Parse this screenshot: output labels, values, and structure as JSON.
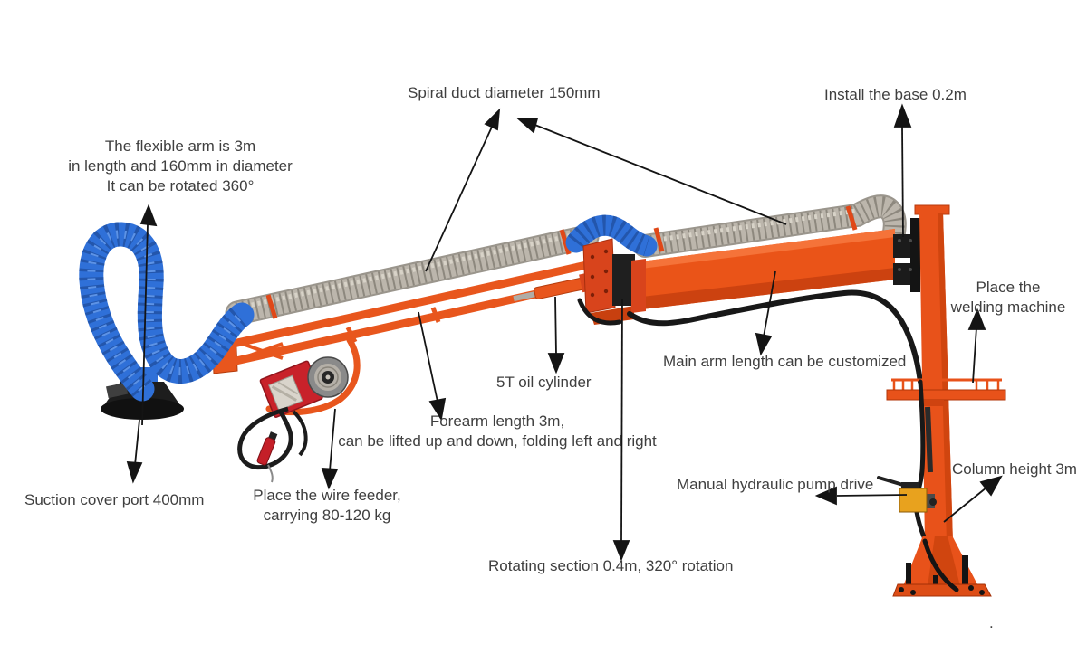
{
  "title": "Welding manipulator arm annotated diagram",
  "labels": {
    "flexible_arm": "The flexible arm is 3m\nin length and 160mm in diameter\nIt can be rotated 360°",
    "spiral_duct": "Spiral duct diameter 150mm",
    "install_base": "Install the base 0.2m",
    "place_welding": "Place the\nwelding machine",
    "oil_cylinder": "5T oil cylinder",
    "main_arm": "Main arm length can be customized",
    "forearm": "Forearm length 3m,\ncan be lifted up and down, folding left and right",
    "suction_cover": "Suction cover port 400mm",
    "wire_feeder": "Place the wire feeder,\ncarrying 80-120 kg",
    "rotating_section": "Rotating section 0.4m, 320° rotation",
    "hydraulic_pump": "Manual hydraulic pump drive",
    "column_height": "Column height 3m",
    "stray_dot": "."
  },
  "colors": {
    "background": "#ffffff",
    "machine_orange": "#e8561a",
    "machine_red": "#c8222a",
    "hose_blue": "#2f70d8",
    "duct_silver": "#bcb6ac",
    "pump_yellow": "#e8a21e",
    "text": "#3f3f3f",
    "arrow_black": "#141414"
  }
}
